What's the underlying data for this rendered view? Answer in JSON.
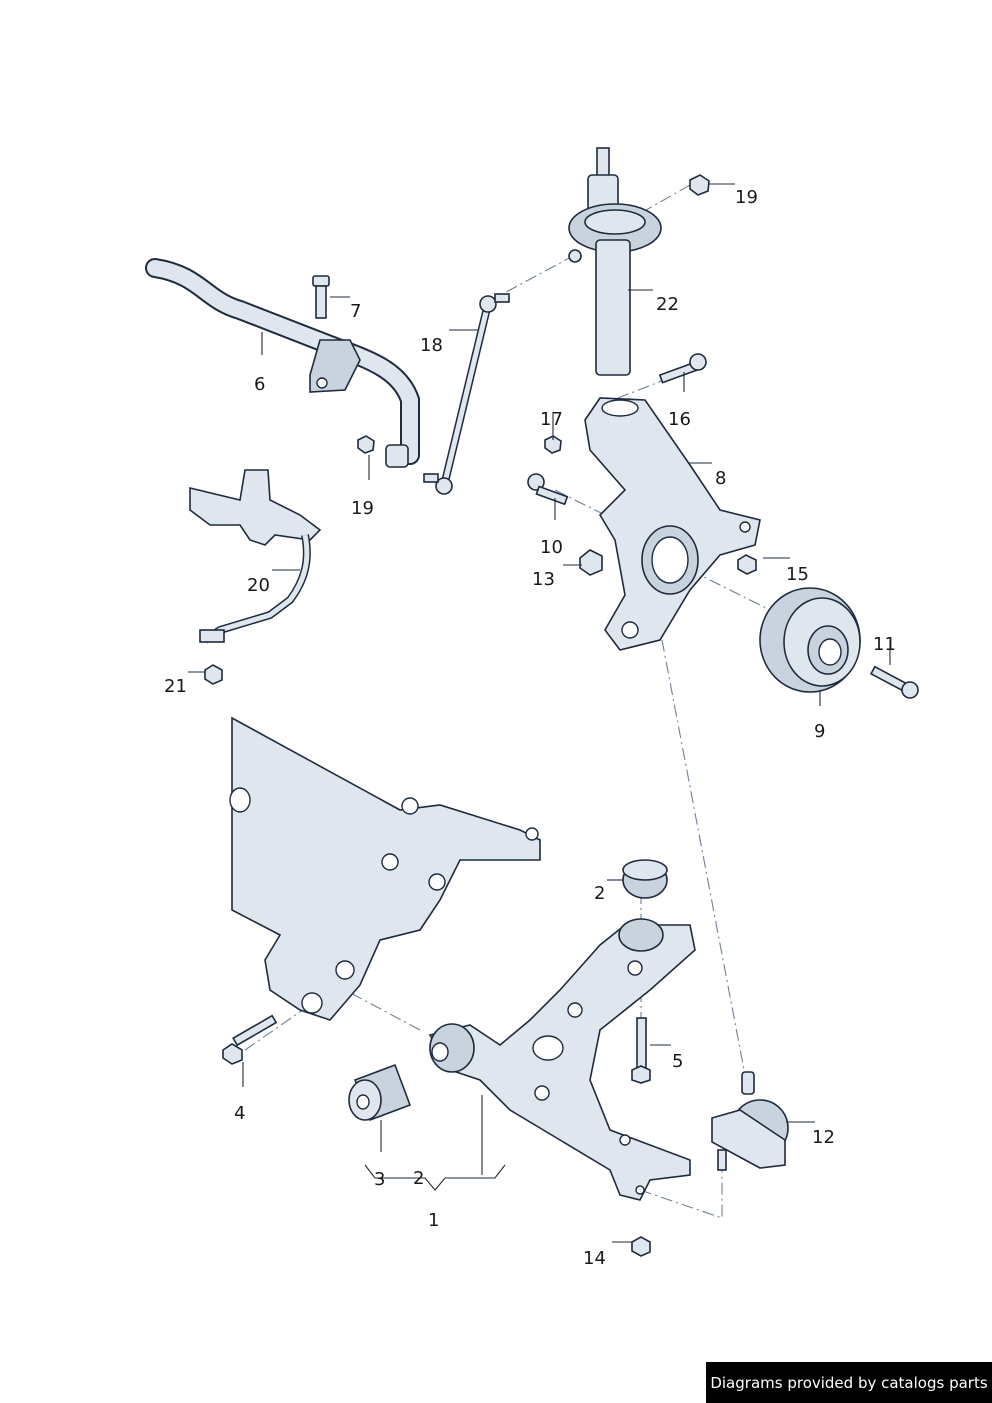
{
  "labels": [
    "19",
    "22",
    "7",
    "18",
    "6",
    "17",
    "16",
    "8",
    "19",
    "10",
    "13",
    "15",
    "20",
    "11",
    "21",
    "9",
    "2",
    "5",
    "4",
    "12",
    "3",
    "2",
    "1",
    "14"
  ],
  "footer": "Diagrams provided by catalogs parts"
}
